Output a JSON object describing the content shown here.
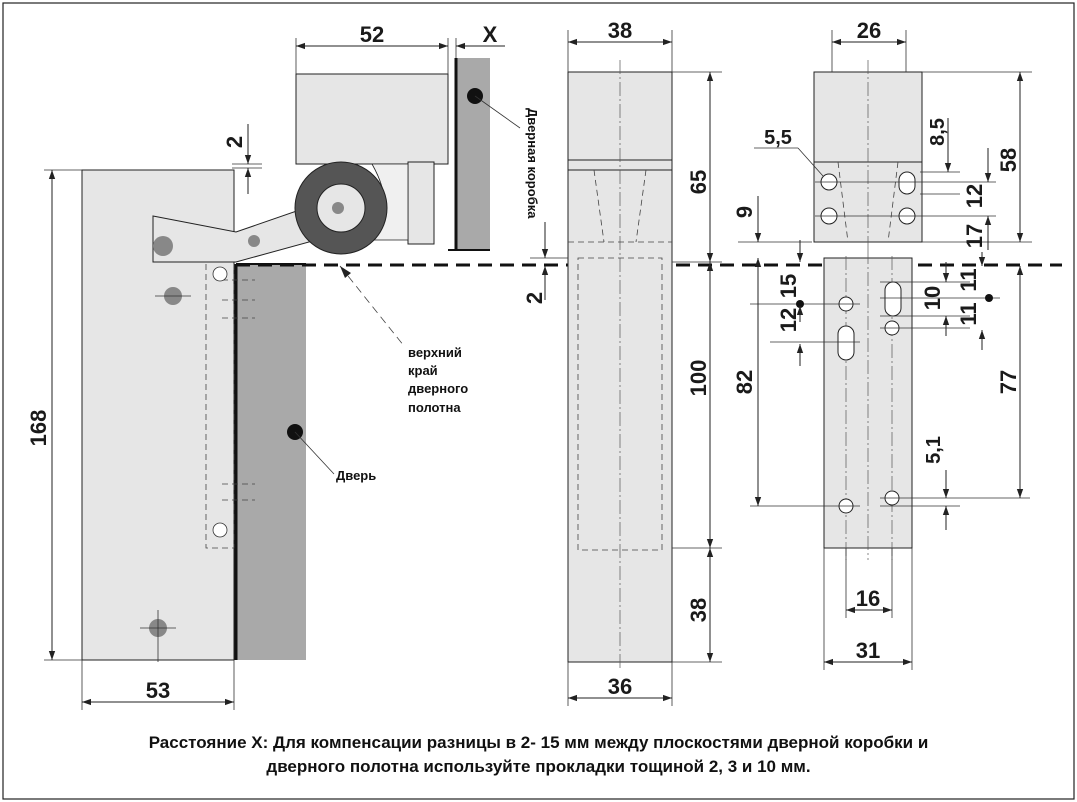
{
  "diagram": {
    "dims": {
      "d52": "52",
      "dx": "X",
      "d2top": "2",
      "d168": "168",
      "d53": "53",
      "d38top": "38",
      "d65": "65",
      "d2mid": "2",
      "d100": "100",
      "d38right": "38",
      "d36": "36",
      "d26": "26",
      "d55": "5,5",
      "d85": "8,5",
      "d58": "58",
      "d12a": "12",
      "d9": "9",
      "d17": "17",
      "d15": "15",
      "d11a": "11",
      "d10": "10",
      "d11b": "11",
      "d12b": "12",
      "d82": "82",
      "d77": "77",
      "d51": "5,1",
      "d16": "16",
      "d31": "31"
    },
    "labels": {
      "frame": "Дверная коробка",
      "edge_line1": "верхний",
      "edge_line2": "край",
      "edge_line3": "дверного",
      "edge_line4": "полотна",
      "door": "Дверь"
    }
  },
  "caption": {
    "line1": "Расстояние X: Для компенсации разницы в 2- 15 мм между плоскостями дверной коробки и",
    "line2": "дверного полотна используйте прокладки тощиной 2, 3 и 10 мм."
  }
}
